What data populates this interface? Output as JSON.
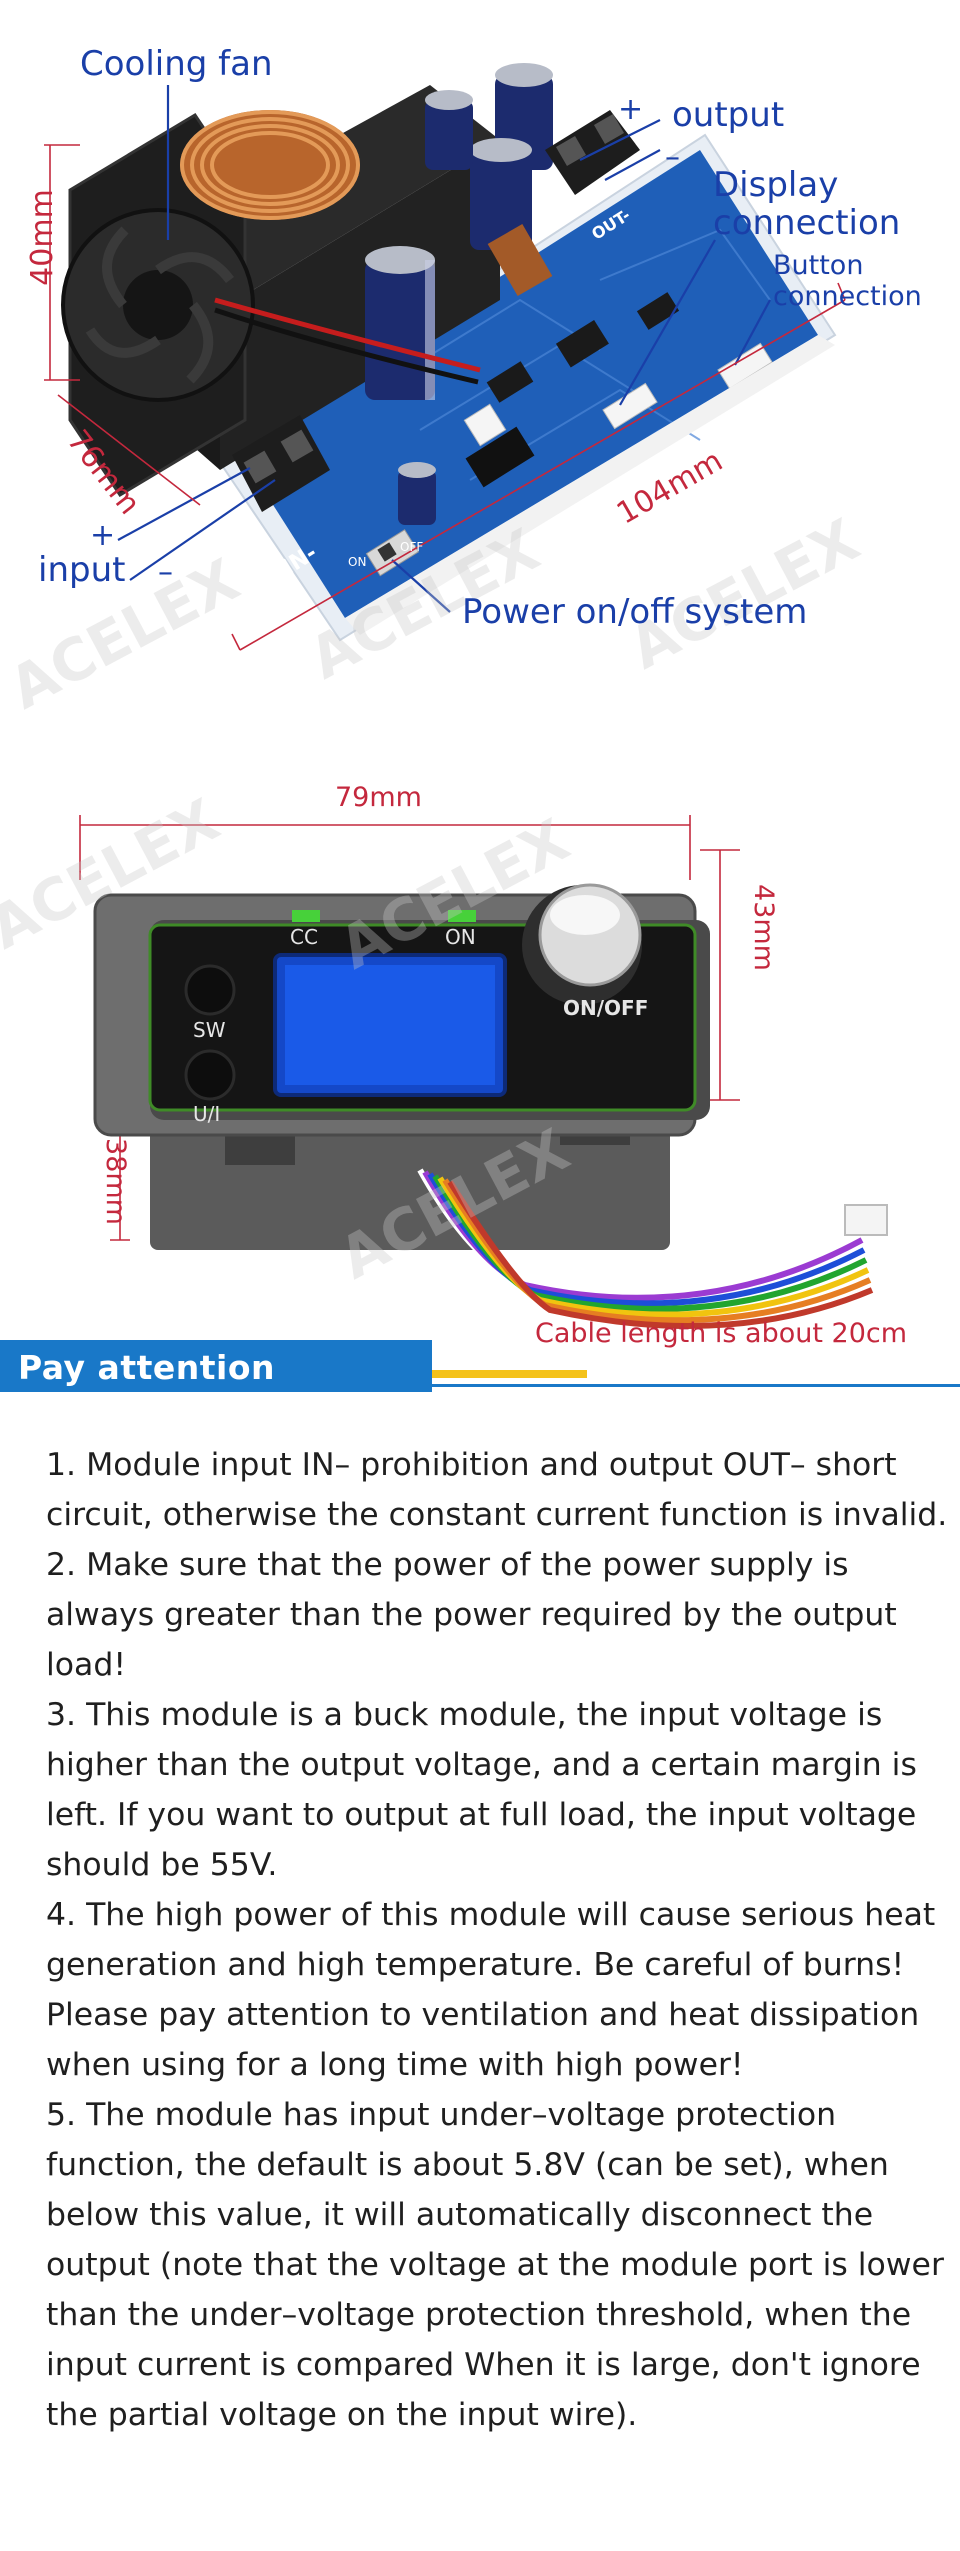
{
  "top_photo": {
    "labels": {
      "cooling_fan": "Cooling fan",
      "output_plus": "+",
      "output": "output",
      "output_minus": "–",
      "display_connection_1": "Display",
      "display_connection_2": "connection",
      "button_connection_1": "Button",
      "button_connection_2": "connection",
      "input_plus": "+",
      "input": "input",
      "input_minus": "–",
      "power_switch": "Power on/off system",
      "board_in": "IN-",
      "board_on": "ON",
      "board_off": "OFF",
      "board_out": "OUT-"
    },
    "dimensions": {
      "height": "40mm",
      "depth": "76mm",
      "length": "104mm"
    }
  },
  "display_photo": {
    "dimensions": {
      "width": "79mm",
      "height": "43mm",
      "depth": "38mm"
    },
    "panel_labels": {
      "cc": "CC",
      "on": "ON",
      "sw": "SW",
      "ui": "U/I",
      "on_off": "ON/OFF"
    },
    "cable_note": "Cable length is about 20cm"
  },
  "watermark": "ACELEX",
  "attention": {
    "title": "Pay attention",
    "items": [
      "1. Module input IN– prohibition and output OUT– short circuit, otherwise the constant current function is invalid.",
      "2. Make sure that the power of the power supply is always greater than the power required by the output load!",
      "3. This module is a buck module, the input voltage is higher than the output voltage, and a certain margin is left. If you want to output at full load, the input voltage should be 55V.",
      "4. The high power of this module will cause serious heat generation and high temperature. Be careful of burns! Please pay attention to ventilation and heat dissipation when using for a long time with high power!",
      "5. The module has input under–voltage protection function, the default is about 5.8V (can be set), when below this value, it will automatically disconnect the output (note that the voltage at the module port is lower than the under–voltage protection threshold, when the input current is compared When it is large, don't ignore the partial voltage on the input wire)."
    ]
  },
  "colors": {
    "callout": "#1a3fa8",
    "dimension": "#c4283d",
    "banner": "#1978c8",
    "banner_accent": "#f4c21a",
    "pcb": "#1f5fb8"
  }
}
